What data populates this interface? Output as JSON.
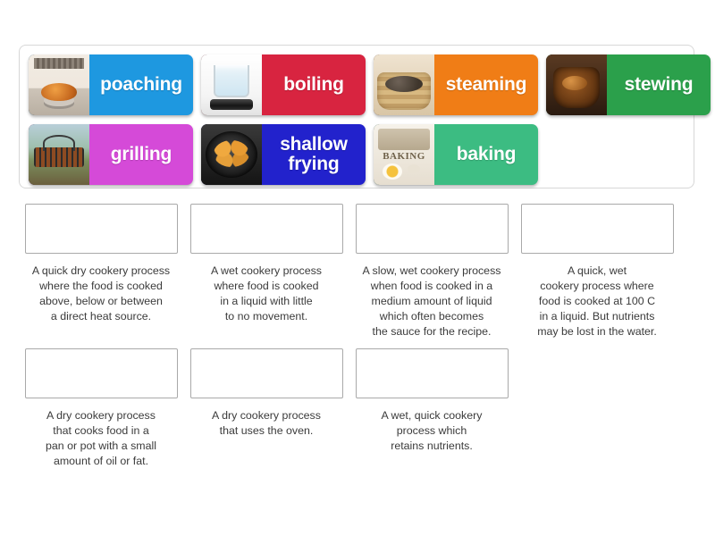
{
  "tile_bank": {
    "tiles": [
      {
        "label": "poaching",
        "color": "#1e98e0",
        "thumb": "roast-in-oven-thumb",
        "art_class": "art-poaching",
        "two_line": false
      },
      {
        "label": "boiling",
        "color": "#d82440",
        "thumb": "boiling-water-glass-thumb",
        "art_class": "art-boiling",
        "two_line": false
      },
      {
        "label": "steaming",
        "color": "#f07d16",
        "thumb": "bamboo-steamer-thumb",
        "art_class": "art-steaming",
        "two_line": false
      },
      {
        "label": "stewing",
        "color": "#2ba04b",
        "thumb": "stew-pot-thumb",
        "art_class": "art-stewing",
        "two_line": false
      },
      {
        "label": "grilling",
        "color": "#d54ad8",
        "thumb": "bbq-grill-thumb",
        "art_class": "art-grilling",
        "two_line": false
      },
      {
        "label": "shallow\nfrying",
        "color": "#2222cc",
        "thumb": "frying-pan-thumb",
        "art_class": "art-frying",
        "two_line": true
      },
      {
        "label": "baking",
        "color": "#3cbc82",
        "thumb": "baking-ingredients-thumb",
        "art_class": "art-baking",
        "two_line": false
      }
    ]
  },
  "answers": {
    "items": [
      {
        "description": "A quick dry cookery process\nwhere the food is cooked\nabove, below or between\na direct heat source."
      },
      {
        "description": "A wet cookery process\nwhere food is cooked\nin a liquid with little\nto no movement."
      },
      {
        "description": "A slow, wet cookery process\nwhen food is cooked in a\nmedium amount of liquid\nwhich often becomes\nthe sauce for the recipe."
      },
      {
        "description": "A quick, wet\ncookery process where\nfood is cooked at 100 C\nin a liquid. But nutrients\nmay be lost in the water."
      },
      {
        "description": "A dry cookery process\nthat cooks food in a\npan or pot with a small\namount of oil or fat."
      },
      {
        "description": "A dry cookery process\nthat uses the oven."
      },
      {
        "description": "A wet, quick cookery\nprocess which\nretains nutrients."
      }
    ]
  },
  "baking_thumb_word": "BAKING"
}
